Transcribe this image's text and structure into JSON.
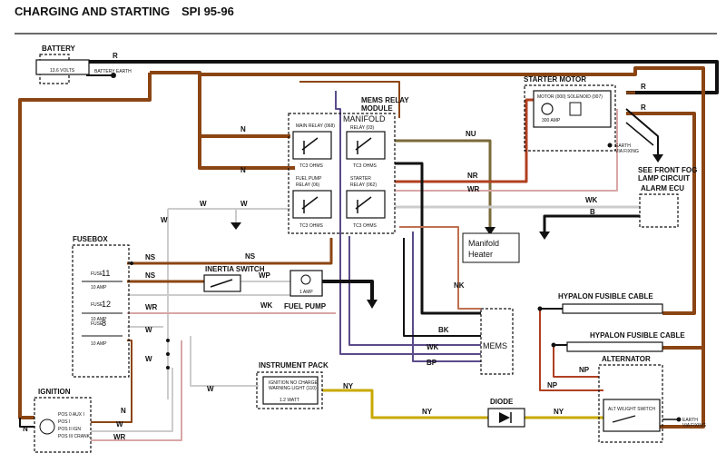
{
  "header": {
    "title": "CHARGING AND STARTING",
    "model": "SPI 95-96"
  },
  "components": {
    "battery": {
      "label": "BATTERY",
      "voltage": "13.6 VOLTS",
      "earth": "BATTERY EARTH"
    },
    "starter_motor": {
      "label": "STARTER MOTOR",
      "motor": "MOTOR (000)",
      "solenoid": "SOLENOID (007)",
      "amp": "300 AMP",
      "earth": "EARTH",
      "earth_note": "VIA FIXING"
    },
    "mems_relay": {
      "label_line1": "MEMS RELAY",
      "label_line2": "MODULE",
      "manifold": "MANIFOLD"
    },
    "main_relay": {
      "label": "MAIN RELAY (068)",
      "ohms": "TC3 OHMS"
    },
    "manifold_relay": {
      "label_line1": "RELAY (03)",
      "ohms": "TC3 OHMS"
    },
    "fuel_pump_relay": {
      "label_line1": "FUEL PUMP",
      "label_line2": "RELAY (06)",
      "ohms": "TC3 OHMS"
    },
    "starter_relay": {
      "label_line1": "STARTER",
      "label_line2": "RELAY (062)",
      "ohms": "TC3 OHMS"
    },
    "front_fog": {
      "line1": "SEE FRONT FOG",
      "line2": "LAMP CIRCUIT"
    },
    "alarm_ecu": {
      "label": "ALARM ECU"
    },
    "manifold_heater": {
      "line1": "Manifold",
      "line2": "Heater"
    },
    "fusebox": {
      "label": "FUSEBOX",
      "fuses": [
        {
          "name": "FUSE",
          "number": "11",
          "rating": "10 AMP"
        },
        {
          "name": "FUSE",
          "number": "12",
          "rating": "10 AMP"
        },
        {
          "name": "FUSE",
          "number": "8",
          "rating": "10 AMP"
        }
      ]
    },
    "inertia_switch": {
      "label": "INERTIA SWITCH"
    },
    "fuel_pump": {
      "label": "FUEL PUMP",
      "inner": "1 AMP"
    },
    "mems": {
      "label": "MEMS"
    },
    "hypalon1": {
      "label": "HYPALON FUSIBLE CABLE"
    },
    "hypalon2": {
      "label": "HYPALON FUSIBLE CABLE"
    },
    "alternator": {
      "label": "ALTERNATOR",
      "switch": "ALT W/LIGHT SWITCH",
      "earth": "EARTH",
      "earth_note": "VIA FIXING"
    },
    "instrument_pack": {
      "label": "INSTRUMENT PACK",
      "line1": "IGNITION NO CHARGE",
      "line2": "WARNING LIGHT (110)",
      "watt": "1.2 WATT"
    },
    "diode": {
      "label": "DIODE"
    },
    "ignition": {
      "label": "IGNITION",
      "positions": [
        "POS 0 AUX I",
        "POS I",
        "POS II IGN",
        "POS III CRANK"
      ]
    }
  },
  "wire_labels": {
    "r": "R",
    "n": "N",
    "nu": "NU",
    "nr": "NR",
    "wr": "WR",
    "wk": "WK",
    "b": "B",
    "w": "W",
    "ns": "NS",
    "wp": "WP",
    "nk": "NK",
    "bk": "BK",
    "bp": "BP",
    "np": "NP",
    "ny": "NY"
  },
  "colors": {
    "brown": "#8b4513",
    "black": "#111111",
    "white_wire": "#cccccc",
    "purple": "#5b4b8a",
    "olive": "#7a6a3a",
    "yellow": "#c8a800",
    "pink": "#d9a6a6",
    "dark_red": "#b04020"
  }
}
